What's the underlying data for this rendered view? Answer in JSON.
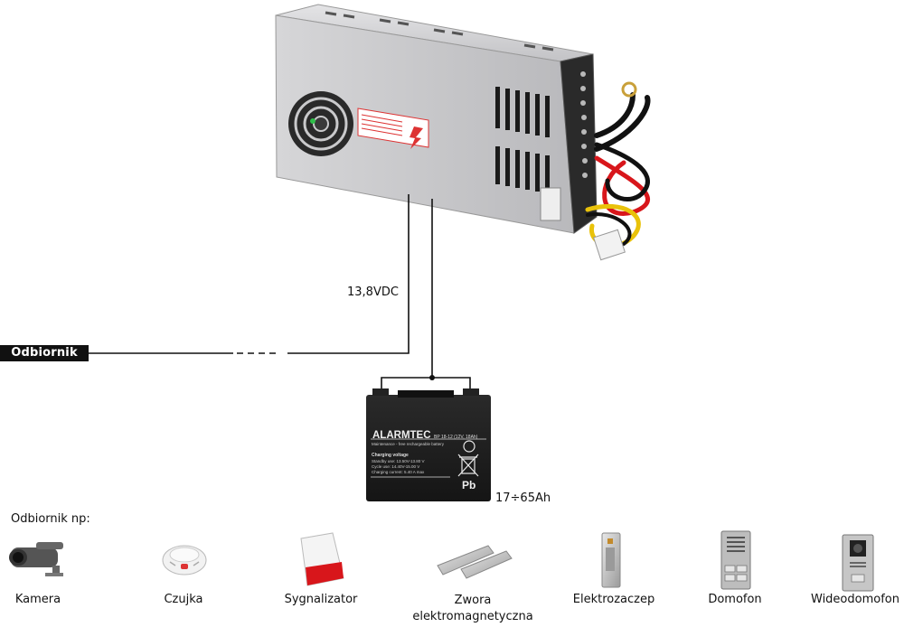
{
  "diagram": {
    "voltage_label": "13,8VDC",
    "receiver_tag": "Odbiornik",
    "battery_capacity": "17÷65Ah",
    "battery": {
      "brand": "ALARMTEC",
      "model": "BP 18-12 (12V, 18Ah)",
      "subtitle": "Maintenance - free rechargeable battery",
      "charging_title": "Charging voltage",
      "line1": "Standby use:      13.50V-13.80 V",
      "line2": "Cycle use:        14.40V-15.00 V",
      "line3": "Charging current: 5.40 A max",
      "pb": "Pb"
    },
    "receivers_heading": "Odbiornik np:",
    "receivers": [
      {
        "label": "Kamera"
      },
      {
        "label": "Czujka"
      },
      {
        "label": "Sygnalizator"
      },
      {
        "label": "Zwora elektromagnetyczna"
      },
      {
        "label": "Elektrozaczep"
      },
      {
        "label": "Domofon"
      },
      {
        "label": "Wideodomofon"
      }
    ],
    "colors": {
      "wire": "#111111",
      "psu_body": "#c9c9cb",
      "battery_body": "#1c1c1c",
      "red_wire": "#d8161b",
      "yellow_wire": "#e9c20a"
    }
  }
}
